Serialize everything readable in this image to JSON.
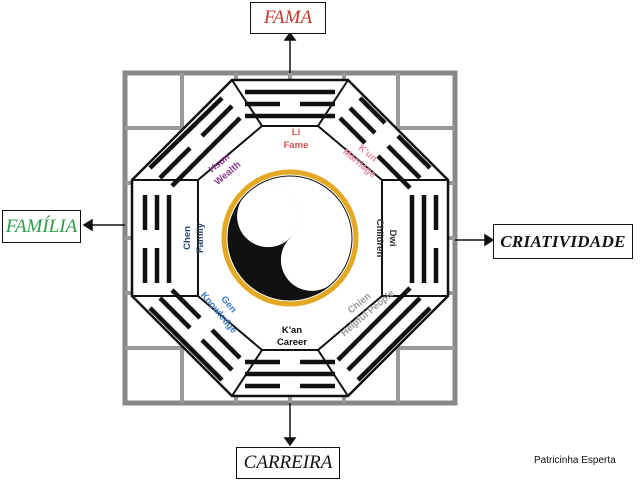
{
  "directions": {
    "top": "FAMA",
    "left": "FAMÍLIA",
    "right": "CRIATIVIDADE",
    "bottom": "CARREIRA"
  },
  "areas": {
    "top": {
      "name": "Li",
      "meaning": "Fame"
    },
    "top_left": {
      "name": "Hsun",
      "meaning": "Wealth"
    },
    "left": {
      "name": "Chen",
      "meaning": "Family"
    },
    "bottom_left": {
      "name": "Gen",
      "meaning": "Knowledge"
    },
    "bottom": {
      "name": "K'an",
      "meaning": "Career"
    },
    "bottom_right": {
      "name": "Chien",
      "meaning": "Helpful People"
    },
    "right": {
      "name": "Dwi",
      "meaning": "Children"
    },
    "top_right": {
      "name": "K'un",
      "meaning": "Marriage"
    }
  },
  "credit": "Patricinha Esperta",
  "colors": {
    "fama": "#c0392b",
    "familia": "#2e9a4a",
    "fame_label": "#d9534f",
    "wealth_label": "#8e3a8e",
    "marriage_label": "#e88aa0",
    "family_label": "#2c4a6e",
    "knowledge_label": "#3a7ac8",
    "career_label": "#111111",
    "helpful_label": "#9a9a9a",
    "children_label": "#333333",
    "yin_yang_ring": "#e5a823"
  }
}
